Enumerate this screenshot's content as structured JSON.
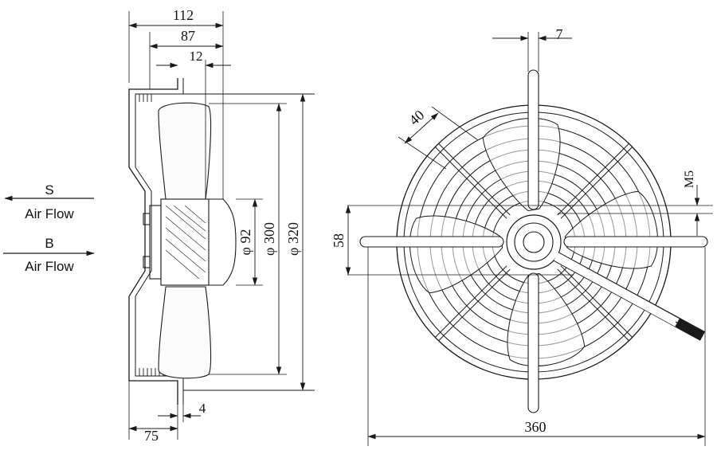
{
  "drawing": {
    "airflow": {
      "s_label": "S",
      "s_text": "Air Flow",
      "b_label": "B",
      "b_text": "Air Flow"
    },
    "side_view": {
      "dims": {
        "overall_depth": "112",
        "mount_depth": "87",
        "offset": "12",
        "bracket_depth": "75",
        "flange": "4",
        "hub_dia": "φ 92",
        "blade_dia": "φ 300",
        "guard_dia": "φ 320"
      }
    },
    "front_view": {
      "dims": {
        "rib_width": "7",
        "rib_pitch": "40",
        "thread": "M5",
        "hole_spacing": "58",
        "overall_width": "360"
      }
    },
    "colors": {
      "line": "#1a1a1a",
      "blade_fill": "#fbfbfb"
    }
  }
}
